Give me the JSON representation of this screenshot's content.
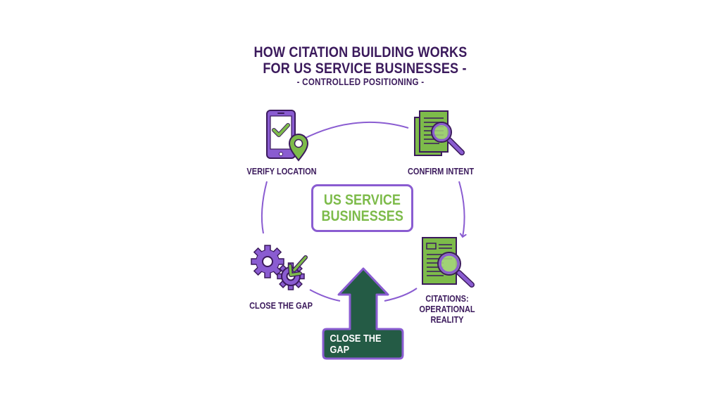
{
  "title": {
    "line1": "HOW CITATION BUILDING WORKS",
    "line2": "FOR US SERVICE BUSINESSES -",
    "subtitle": "- CONTROLLED POSITIONING -"
  },
  "center": {
    "line1": "US SERVICE",
    "line2": "BUSINESSES"
  },
  "steps": [
    {
      "label": "VERIFY LOCATION",
      "icon": "phone-location-check-icon"
    },
    {
      "label": "CONFIRM INTENT",
      "icon": "documents-magnifier-icon"
    },
    {
      "label_line1": "CITATIONS:",
      "label_line2": "OPERATIONAL",
      "label_line3": "REALITY",
      "icon": "document-magnifier-icon"
    },
    {
      "label": "CLOSE THE GAP",
      "icon": "gears-arrow-icon"
    }
  ],
  "cta": {
    "label": "CLOSE THE GAP",
    "icon": "up-arrow-icon"
  },
  "colors": {
    "title": "#3b1a5c",
    "purple": "#8a5cd1",
    "purple_dark": "#3b1a5c",
    "green": "#7dbb4a",
    "dark_green": "#245b45"
  }
}
